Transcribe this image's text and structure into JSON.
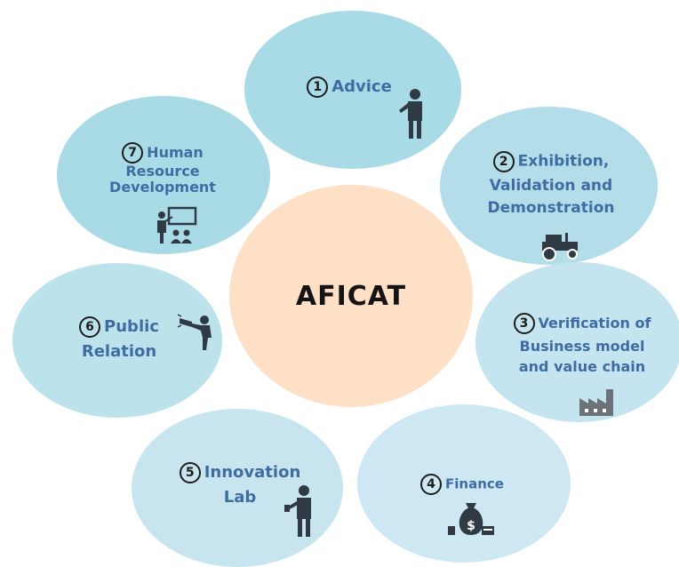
{
  "center": {
    "title": "AFICAT"
  },
  "items": [
    {
      "num": "1",
      "label_lines": [
        "Advice"
      ],
      "icon": "presenter-icon"
    },
    {
      "num": "2",
      "label_lines": [
        "Exhibition,",
        "Validation and",
        "Demonstration"
      ],
      "icon": "tractor-icon"
    },
    {
      "num": "3",
      "label_lines": [
        "Verification of",
        "Business model",
        "and value chain"
      ],
      "icon": "factory-icon"
    },
    {
      "num": "4",
      "label_lines": [
        "Finance"
      ],
      "icon": "money-bag-icon"
    },
    {
      "num": "5",
      "label_lines": [
        "Innovation",
        "Lab"
      ],
      "icon": "researcher-icon"
    },
    {
      "num": "6",
      "label_lines": [
        "Public",
        "Relation"
      ],
      "icon": "megaphone-person-icon"
    },
    {
      "num": "7",
      "label_lines": [
        "Human",
        "Resource",
        "Development"
      ],
      "icon": "teacher-board-icon"
    }
  ],
  "colors": {
    "center_fill": "#fde0c6",
    "label_text": "#3f6da3",
    "ellipse_fill_1": "#a9dbe7",
    "ellipse_fill_2": "#bfe3ee",
    "ellipse_fill_3": "#d2eaf3",
    "icon_color": "#2f3a44"
  }
}
